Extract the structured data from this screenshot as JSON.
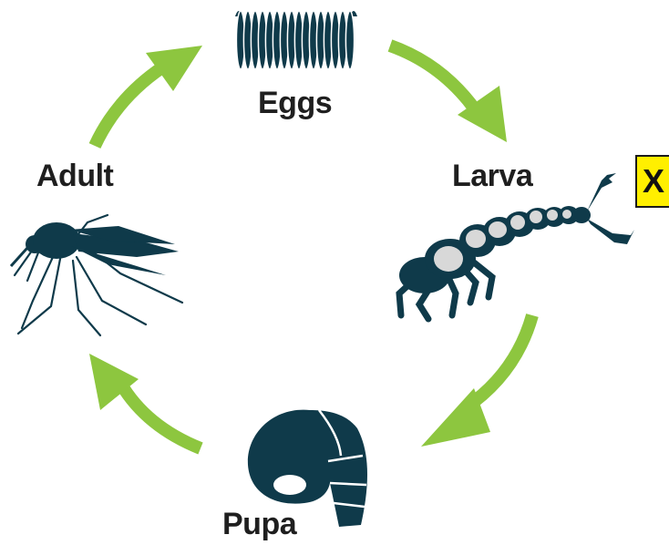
{
  "colors": {
    "arrow": "#8dc63f",
    "creature": "#0f3a4a",
    "marker_bg": "#ffef00",
    "segment": "#d8d8d8"
  },
  "stages": {
    "eggs": "Eggs",
    "larva": "Larva",
    "pupa": "Pupa",
    "adult": "Adult"
  },
  "marker": {
    "text": "X"
  },
  "icons": {
    "eggs": "egg-raft-icon",
    "larva": "larva-icon",
    "pupa": "pupa-icon",
    "adult": "mosquito-icon"
  }
}
